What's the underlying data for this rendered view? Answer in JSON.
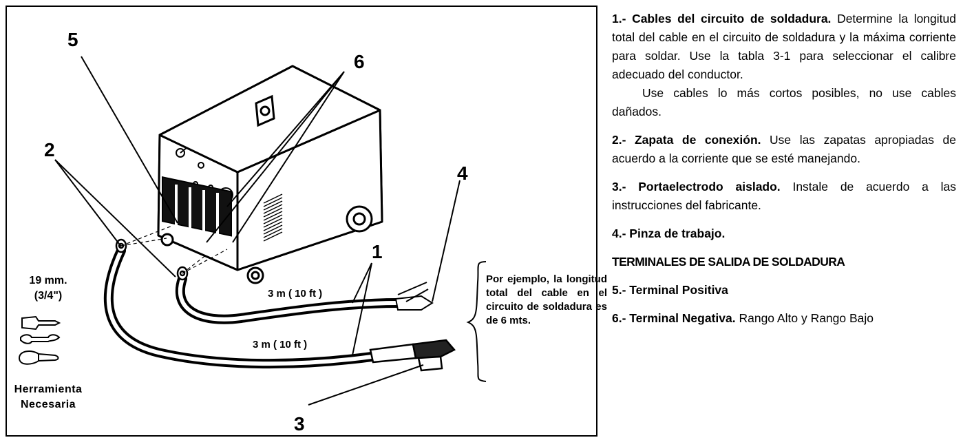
{
  "figure": {
    "callouts": [
      "5",
      "6",
      "2",
      "4",
      "1",
      "3"
    ],
    "cable_length_label": "3 m ( 10 ft )",
    "tool_size": "19 mm.",
    "tool_size_in": "(3/4\")",
    "tools_label_1": "Herramienta",
    "tools_label_2": "Necesaria",
    "example_note": "Por ejemplo, la longitud total del cable en el circuito de soldadura es de 6 mts.",
    "icons": [
      "screwdriver-icon",
      "wrench-icon",
      "pliers-icon"
    ]
  },
  "items": {
    "item1_title": "1.- Cables del circuito de soldadura.",
    "item1_body": " Determine la longitud total del cable en el circuito de soldadura y la máxima corriente para soldar. Use la tabla 3-1 para seleccionar el  calibre adecuado del conductor.",
    "item1_extra": "Use cables lo más cortos posibles, no use cables  dañados.",
    "item2_title": "2.- Zapata de conexión.",
    "item2_body": " Use las zapatas apropiadas de acuerdo a la corriente que se esté  manejando.",
    "item3_title": "3.- Portaelectrodo aislado.",
    "item3_body": " Instale de acuerdo a las instrucciones del fabricante.",
    "item4_title": "4.- Pinza de trabajo.",
    "section_heading": "TERMINALES DE SALIDA DE SOLDADURA",
    "item5_title": "5.- Terminal Positiva",
    "item6_title": "6.- Terminal Negativa.",
    "item6_body": " Rango Alto y Rango Bajo"
  }
}
